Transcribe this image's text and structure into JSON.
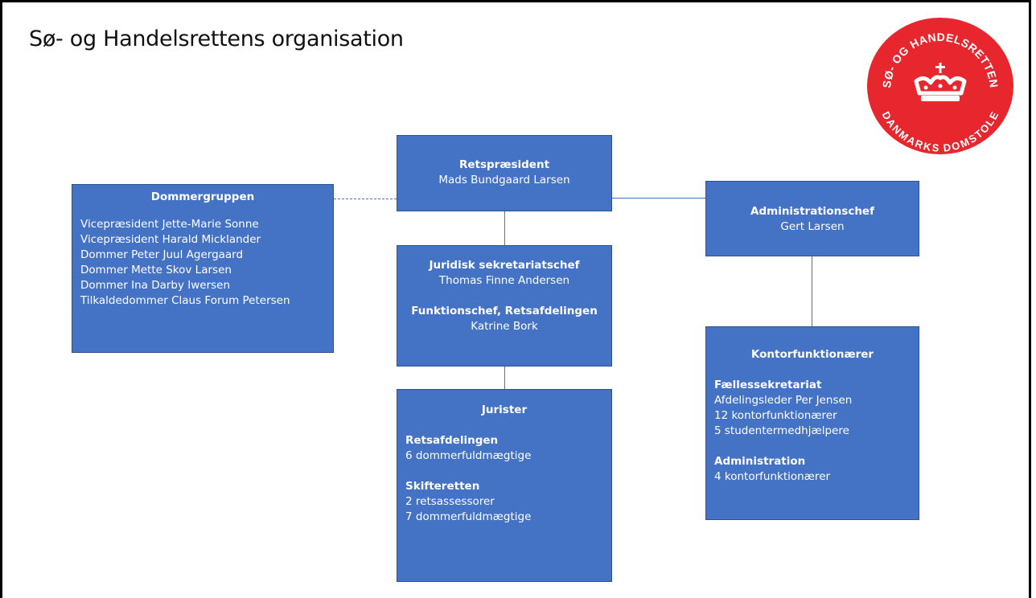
{
  "title": "Sø- og Handelsrettens organisation",
  "logo": {
    "text_top": "SØ- OG HANDELSRETTEN",
    "text_bottom": "DANMARKS DOMSTOLE",
    "color": "#e8262d"
  },
  "colors": {
    "box_fill": "#4472c4",
    "box_border": "#2f528f",
    "connector": "#4472c4"
  },
  "retspraesident": {
    "heading": "Retspræsident",
    "name": "Mads Bundgaard Larsen"
  },
  "dommergruppen": {
    "heading": "Dommergruppen",
    "members": [
      "Vicepræsident Jette-Marie Sonne",
      "Vicepræsident Harald Micklander",
      "Dommer Peter Juul Agergaard",
      "Dommer Mette Skov Larsen",
      "Dommer Ina Darby Iwersen",
      "Tilkaldedommer Claus Forum Petersen"
    ]
  },
  "juridisk": {
    "heading1": "Juridisk sekretariatschef",
    "name1": "Thomas Finne Andersen",
    "heading2": "Funktionschef, Retsafdelingen",
    "name2": "Katrine Bork"
  },
  "administrationschef": {
    "heading": "Administrationschef",
    "name": "Gert Larsen"
  },
  "jurister": {
    "heading": "Jurister",
    "sections": [
      {
        "heading": "Retsafdelingen",
        "lines": [
          "6 dommerfuldmægtige"
        ]
      },
      {
        "heading": "Skifteretten",
        "lines": [
          "2 retsassessorer",
          "7 dommerfuldmægtige"
        ]
      }
    ]
  },
  "kontor": {
    "heading": "Kontorfunktionærer",
    "sections": [
      {
        "heading": "Fællessekretariat",
        "lines": [
          "Afdelingsleder Per Jensen",
          "12 kontorfunktionærer",
          "5 studentermedhjælpere"
        ]
      },
      {
        "heading": "Administration",
        "lines": [
          "4 kontorfunktionærer"
        ]
      }
    ]
  }
}
